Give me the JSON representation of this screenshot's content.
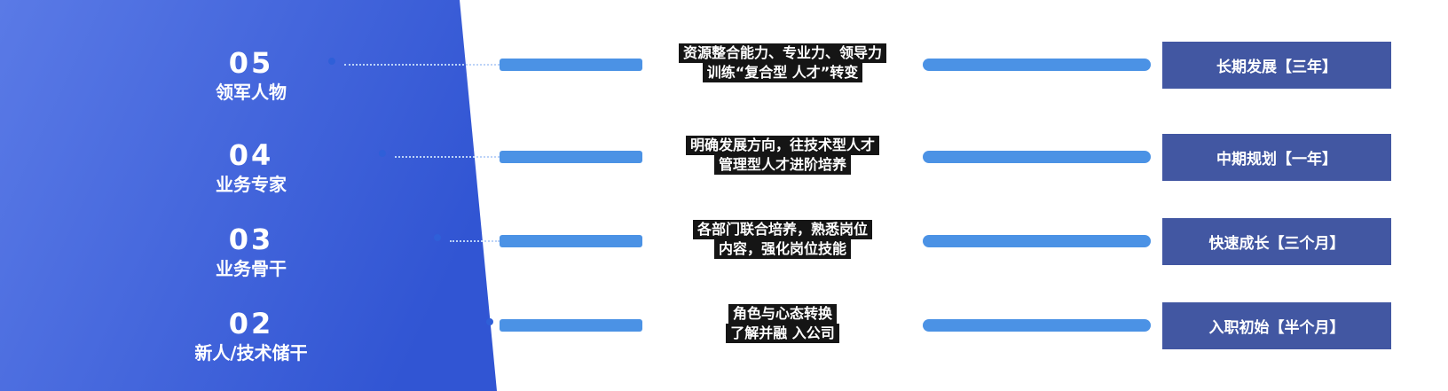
{
  "panel": {
    "levels": [
      {
        "number": "05",
        "label": "领军人物"
      },
      {
        "number": "04",
        "label": "业务专家"
      },
      {
        "number": "03",
        "label": "业务骨干"
      },
      {
        "number": "02",
        "label": "新人/技术储干"
      }
    ]
  },
  "rows": [
    {
      "desc_line1": "资源整合能力、专业力、领导力",
      "desc_line2": "训练“复合型 人才”转变",
      "stage": "长期发展【三年】"
    },
    {
      "desc_line1": "明确发展方向，往技术型人才",
      "desc_line2": "管理型人才进阶培养",
      "stage": "中期规划【一年】"
    },
    {
      "desc_line1": "各部门联合培养，熟悉岗位",
      "desc_line2": "内容，强化岗位技能",
      "stage": "快速成长【三个月】"
    },
    {
      "desc_line1": "角色与心态转换",
      "desc_line2": "了解并融 入公司",
      "stage": "入职初始【半个月】"
    }
  ],
  "colors": {
    "panel_grad_start": "#5a7ae6",
    "panel_grad_end": "#3155d3",
    "bar": "#4b92e5",
    "dot_ring": "#2f5fd8",
    "dotline": "#bcd3f8",
    "desc_bg": "#151515",
    "stage_box": "#4257a2"
  }
}
